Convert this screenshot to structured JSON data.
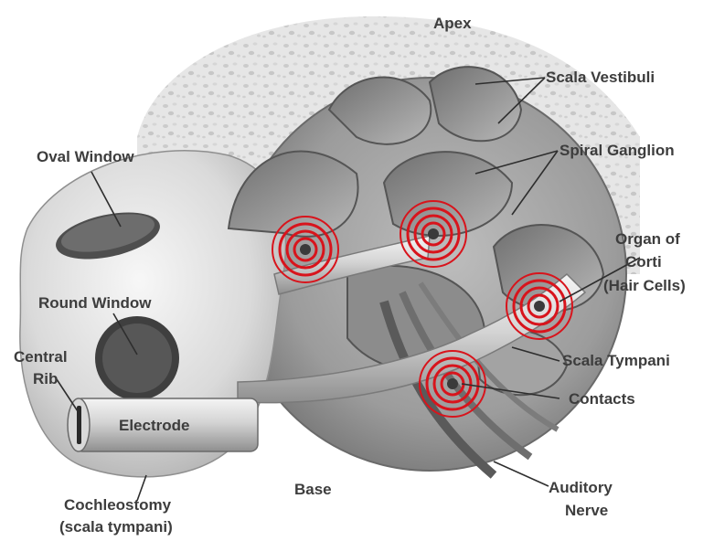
{
  "diagram": {
    "labels": {
      "apex": "Apex",
      "scala_vestibuli": "Scala Vestibuli",
      "spiral_ganglion": "Spiral Ganglion",
      "oval_window": "Oval Window",
      "organ_of_corti_line1": "Organ of",
      "organ_of_corti_line2": "Corti",
      "organ_of_corti_line3": "(Hair Cells)",
      "round_window": "Round Window",
      "central_rib_line1": "Central",
      "central_rib_line2": "Rib",
      "scala_tympani": "Scala Tympani",
      "electrode": "Electrode",
      "contacts": "Contacts",
      "base": "Base",
      "auditory_nerve_line1": "Auditory",
      "auditory_nerve_line2": "Nerve",
      "cochleostomy_line1": "Cochleostomy",
      "cochleostomy_line2": "(scala tympani)"
    },
    "colors": {
      "contact_ring": "#d8141c",
      "bone_light": "#ececec",
      "bone_mid": "#c9c9c9",
      "bone_dark": "#8a8a8a",
      "label_text": "#3d3d3d"
    }
  }
}
